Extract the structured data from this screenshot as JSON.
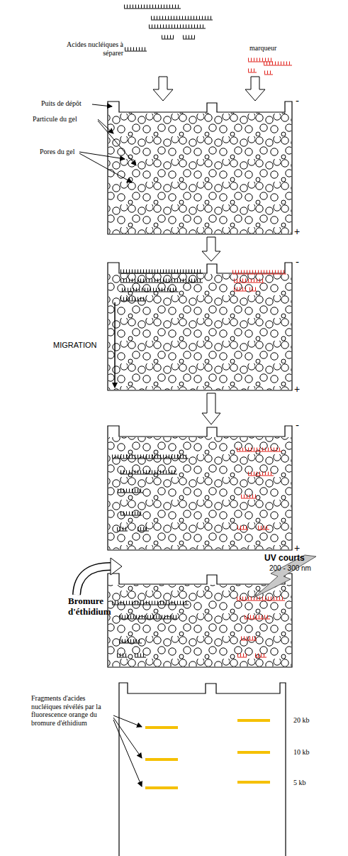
{
  "diagram": {
    "labels": [
      "Acides nucléiques à séparer",
      "marqueur",
      "Puits de dépôt",
      "Particule du gel",
      "Pores du gel",
      "-",
      "+",
      "MIGRATION",
      "-",
      "+",
      "-",
      "+",
      "Bromure d'éthidium",
      "UV courts",
      "200 - 300 nm",
      "Fragments d'acides nucléiques révélés par la fluorescence orange du bromure d'éthidium",
      "20 kb",
      "10 kb",
      "5 kb"
    ]
  }
}
